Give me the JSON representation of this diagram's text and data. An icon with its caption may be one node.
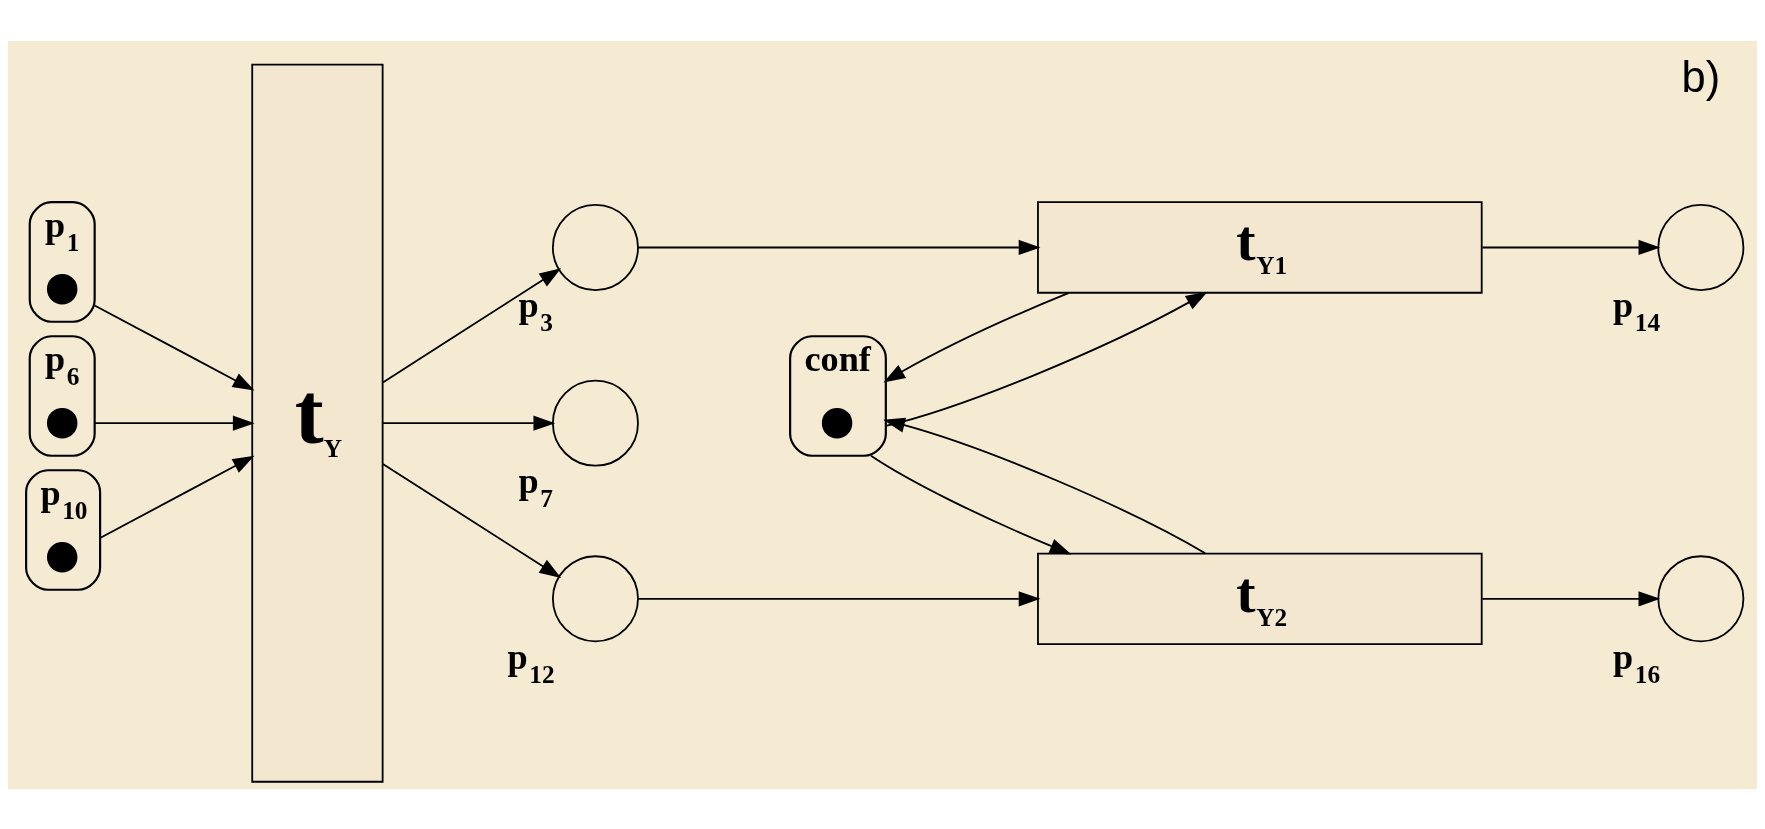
{
  "diagram": {
    "nodes": [
      {
        "text": [
          "p$_{1}$"
        ]
      },
      {
        "text": [],
        "shape": "dot",
        "in": 0
      },
      {
        "text": [
          "t$_{Y}$"
        ]
      },
      {
        "text": [
          "p$_{3}$"
        ]
      },
      {
        "text": [
          "t$_{Y1}$"
        ]
      },
      {
        "text": [
          "p$_{14}$"
        ]
      },
      {
        "text": [
          "p$_{6}$"
        ]
      },
      {
        "text": [],
        "shape": "dot",
        "in": 6
      },
      {
        "text": [
          "p$_{7}$"
        ]
      },
      {
        "text": [
          "conf"
        ]
      },
      {
        "text": [],
        "shape": "dot",
        "in": 9
      },
      {
        "text": [
          "p$_{10}$"
        ]
      },
      {
        "text": [],
        "shape": "dot",
        "in": 11
      },
      {
        "text": [
          "p$_{12}$"
        ]
      },
      {
        "text": [
          "t$_{Y2}$"
        ]
      },
      {
        "text": [
          "p$_{16}$"
        ]
      }
    ],
    "edges": [
      {
        "from": 0,
        "to": 2,
        "arrow": "to"
      },
      {
        "from": 6,
        "to": 2,
        "arrow": "to"
      },
      {
        "from": 11,
        "to": 2,
        "arrow": "to"
      },
      {
        "from": 2,
        "to": 3,
        "arrow": "to"
      },
      {
        "from": 2,
        "to": 8,
        "arrow": "to"
      },
      {
        "from": 2,
        "to": 13,
        "arrow": "to"
      },
      {
        "from": 3,
        "to": 4,
        "arrow": "to"
      },
      {
        "from": 13,
        "to": 14,
        "arrow": "to"
      },
      {
        "from": 4,
        "to": 5,
        "arrow": "to"
      },
      {
        "from": 14,
        "to": 15,
        "arrow": "to"
      },
      {
        "from": 9,
        "to": 4,
        "arrow": "to"
      },
      {
        "from": 4,
        "to": 9,
        "arrow": "to"
      },
      {
        "from": 9,
        "to": 14,
        "arrow": "to"
      },
      {
        "from": 14,
        "to": 9,
        "arrow": "to"
      }
    ],
    "labels": [
      "b)"
    ]
  }
}
